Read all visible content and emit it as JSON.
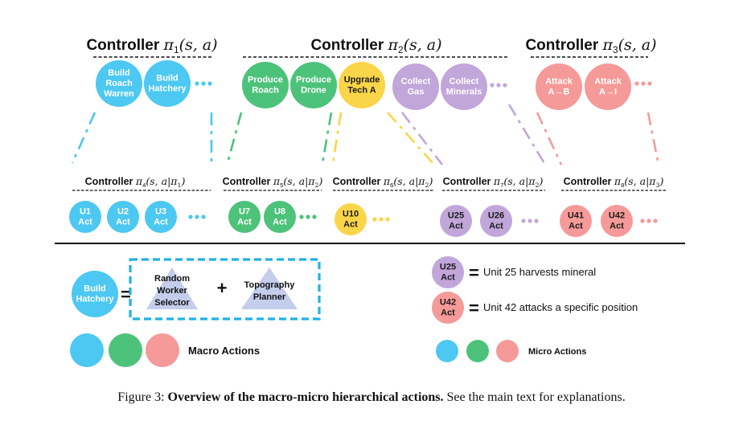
{
  "colors": {
    "blue": "#4cc8f2",
    "green": "#4dc27a",
    "yellow": "#fbd549",
    "purple": "#c1a6da",
    "pink": "#f59a98",
    "frame": "#20b1e6",
    "text": "#111111"
  },
  "top_controllers": [
    {
      "id": "pi1",
      "label": "Controller",
      "sym": "π",
      "sub": "1",
      "args": "(s, a)"
    },
    {
      "id": "pi2",
      "label": "Controller",
      "sym": "π",
      "sub": "2",
      "args": "(s, a)"
    },
    {
      "id": "pi3",
      "label": "Controller",
      "sym": "π",
      "sub": "3",
      "args": "(s, a)"
    }
  ],
  "macro_actions": [
    {
      "id": "build-roach-warren",
      "lines": [
        "Build",
        "Roach",
        "Warren"
      ],
      "color": "blue"
    },
    {
      "id": "build-hatchery",
      "lines": [
        "Build",
        "Hatchery"
      ],
      "color": "blue"
    },
    {
      "id": "produce-roach",
      "lines": [
        "Produce",
        "Roach"
      ],
      "color": "green"
    },
    {
      "id": "produce-drone",
      "lines": [
        "Produce",
        "Drone"
      ],
      "color": "green"
    },
    {
      "id": "upgrade-tech-a",
      "lines": [
        "Upgrade",
        "Tech A"
      ],
      "color": "yellow"
    },
    {
      "id": "collect-gas",
      "lines": [
        "Collect",
        "Gas"
      ],
      "color": "purple"
    },
    {
      "id": "collect-minerals",
      "lines": [
        "Collect",
        "Minerals"
      ],
      "color": "purple"
    },
    {
      "id": "attack-a-b",
      "lines": [
        "Attack",
        "A→B"
      ],
      "color": "pink"
    },
    {
      "id": "attack-a-i",
      "lines": [
        "Attack",
        "A→I"
      ],
      "color": "pink"
    }
  ],
  "sub_controllers": [
    {
      "id": "pi4",
      "label": "Controller",
      "sym": "π",
      "sub": "4",
      "args": "(s, a|π",
      "parent": "1"
    },
    {
      "id": "pi5",
      "label": "Controller",
      "sym": "π",
      "sub": "5",
      "args": "(s, a|π",
      "parent": "2"
    },
    {
      "id": "pi6",
      "label": "Controller",
      "sym": "π",
      "sub": "6",
      "args": "(s, a|π",
      "parent": "2"
    },
    {
      "id": "pi7",
      "label": "Controller",
      "sym": "π",
      "sub": "7",
      "args": "(s, a|π",
      "parent": "2"
    },
    {
      "id": "pi8",
      "label": "Controller",
      "sym": "π",
      "sub": "8",
      "args": "(s, a|π",
      "parent": "3"
    }
  ],
  "micro_actions": [
    {
      "id": "u1",
      "lines": [
        "U1",
        "Act"
      ],
      "color": "blue"
    },
    {
      "id": "u2",
      "lines": [
        "U2",
        "Act"
      ],
      "color": "blue"
    },
    {
      "id": "u3",
      "lines": [
        "U3",
        "Act"
      ],
      "color": "blue"
    },
    {
      "id": "u7",
      "lines": [
        "U7",
        "Act"
      ],
      "color": "green"
    },
    {
      "id": "u8",
      "lines": [
        "U8",
        "Act"
      ],
      "color": "green"
    },
    {
      "id": "u10",
      "lines": [
        "U10",
        "Act"
      ],
      "color": "yellow"
    },
    {
      "id": "u25",
      "lines": [
        "U25",
        "Act"
      ],
      "color": "purple"
    },
    {
      "id": "u26",
      "lines": [
        "U26",
        "Act"
      ],
      "color": "purple"
    },
    {
      "id": "u41",
      "lines": [
        "U41",
        "Act"
      ],
      "color": "pink"
    },
    {
      "id": "u42",
      "lines": [
        "U42",
        "Act"
      ],
      "color": "pink"
    }
  ],
  "legend": {
    "equation_circle": [
      "Build",
      "Hatchery"
    ],
    "equals": "=",
    "plus": "+",
    "tri1": [
      "Random",
      "Worker",
      "Selector"
    ],
    "tri2": [
      "Topography",
      "Planner"
    ],
    "ex1_circle": [
      "U25",
      "Act"
    ],
    "ex1_text": "Unit 25 harvests mineral",
    "ex2_circle": [
      "U42",
      "Act"
    ],
    "ex2_text": "Unit 42 attacks a specific position",
    "macro_label": "Macro Actions",
    "micro_label": "Micro Actions"
  },
  "caption": {
    "prefix": "Figure 3: ",
    "bold": "Overview of the macro-micro hierarchical actions.",
    "rest": " See the main text for explanations."
  }
}
